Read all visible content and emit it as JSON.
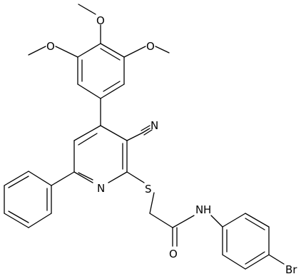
{
  "molecule": {
    "atom_labels": {
      "nitrogen_ring": "N",
      "nitrile": "N",
      "sulfur": "S",
      "amide_nh": "N",
      "amide_h": "H",
      "carbonyl_o": "O",
      "bromine": "Br",
      "methoxy_o_left": "O",
      "methoxy_o_top": "O",
      "methoxy_o_right": "O"
    }
  }
}
